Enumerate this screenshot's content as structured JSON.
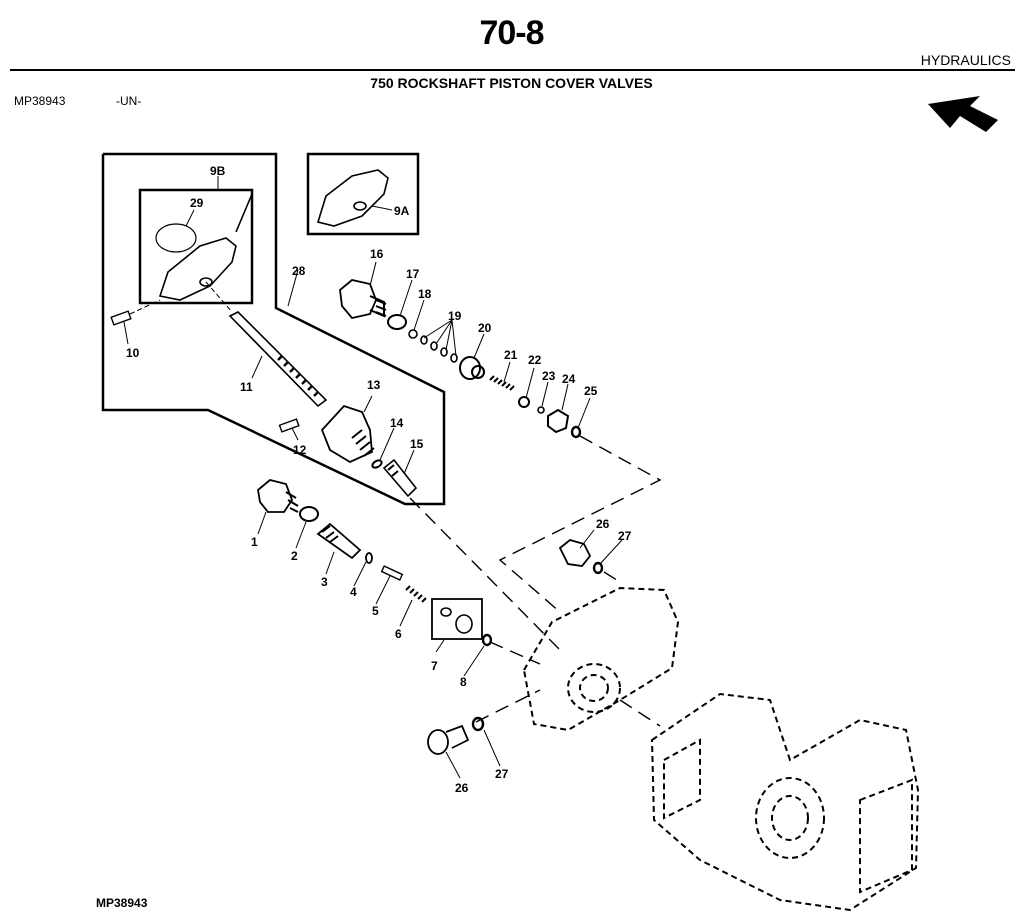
{
  "header": {
    "page_number": "70-8",
    "section": "HYDRAULICS",
    "title": "750 ROCKSHAFT PISTON COVER VALVES",
    "illustration_ref": "MP38943",
    "status": "-UN-"
  },
  "footer": {
    "illustration_ref": "MP38943"
  },
  "orientation_icon": "arrow-up-left-icon",
  "callouts": {
    "c1": "1",
    "c2": "2",
    "c3": "3",
    "c4": "4",
    "c5": "5",
    "c6": "6",
    "c7": "7",
    "c8": "8",
    "c9a": "9A",
    "c9b": "9B",
    "c10": "10",
    "c11": "11",
    "c12": "12",
    "c13": "13",
    "c14": "14",
    "c15": "15",
    "c16": "16",
    "c17": "17",
    "c18": "18",
    "c19": "19",
    "c20": "20",
    "c21": "21",
    "c22": "22",
    "c23": "23",
    "c24": "24",
    "c25": "25",
    "c26a": "26",
    "c27a": "27",
    "c26b": "26",
    "c27b": "27",
    "c28": "28",
    "c29": "29"
  }
}
